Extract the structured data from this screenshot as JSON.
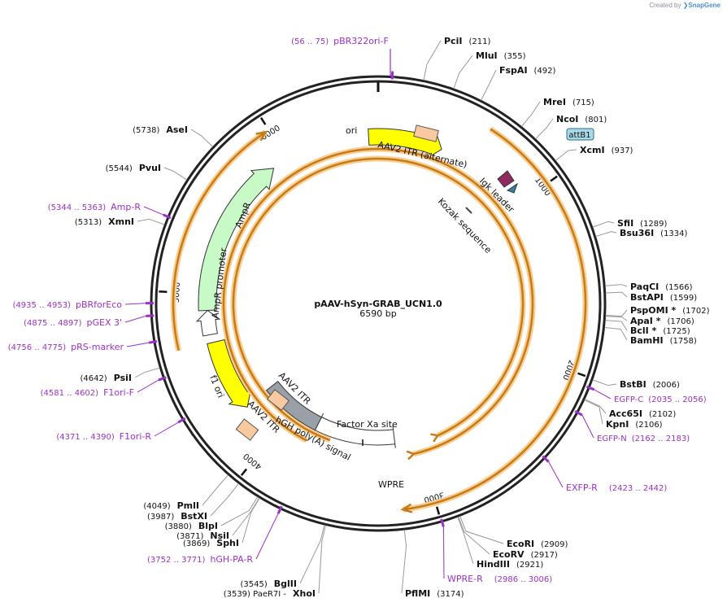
{
  "credit": {
    "prefix": "Created by",
    "brand": "SnapGene"
  },
  "plasmid": {
    "name": "pAAV-hSyn-GRAB_UCN1.0",
    "length_label": "6590 bp",
    "length": 6590
  },
  "ticks": [
    "1000",
    "2000",
    "3000",
    "4000",
    "5000",
    "6000"
  ],
  "colors": {
    "primer": "#9b30c8",
    "backbone": "#222222",
    "orange": "#c87a18",
    "orange_glow": "#f7cf91",
    "yellow": "#ffff00",
    "ampr": "#c8fac8",
    "itr": "#f8c9a0",
    "polya": "#9aa0a8",
    "igk": "#8e2a5e",
    "kozak": "#3a7fa8"
  },
  "sites": [
    {
      "name": "PciI",
      "pos": "(211)"
    },
    {
      "name": "MluI",
      "pos": "(355)"
    },
    {
      "name": "FspAI",
      "pos": "(492)"
    },
    {
      "name": "MreI",
      "pos": "(715)"
    },
    {
      "name": "NcoI",
      "pos": "(801)"
    },
    {
      "name": "XcmI",
      "pos": "(937)"
    },
    {
      "name": "SfiI",
      "pos": "(1289)"
    },
    {
      "name": "Bsu36I",
      "pos": "(1334)"
    },
    {
      "name": "PaqCI",
      "pos": "(1566)"
    },
    {
      "name": "BstAPI",
      "pos": "(1599)"
    },
    {
      "name": "PspOMI *",
      "pos": "(1702)"
    },
    {
      "name": "ApaI *",
      "pos": "(1706)"
    },
    {
      "name": "BclI *",
      "pos": "(1725)"
    },
    {
      "name": "BamHI",
      "pos": "(1758)"
    },
    {
      "name": "BstBI",
      "pos": "(2006)"
    },
    {
      "name": "Acc65I",
      "pos": "(2102)"
    },
    {
      "name": "KpnI",
      "pos": "(2106)"
    },
    {
      "name": "EcoRI",
      "pos": "(2909)"
    },
    {
      "name": "EcoRV",
      "pos": "(2917)"
    },
    {
      "name": "HindIII",
      "pos": "(2921)"
    },
    {
      "name": "PflMI",
      "pos": "(3174)"
    },
    {
      "name": "XhoI",
      "pos": "(3539) PaeR7I -"
    },
    {
      "name": "BglII",
      "pos": "(3545)"
    },
    {
      "name": "SphI",
      "pos": "(3869)"
    },
    {
      "name": "NsiI",
      "pos": "(3871)"
    },
    {
      "name": "BlpI",
      "pos": "(3880)"
    },
    {
      "name": "BstXI",
      "pos": "(3987)"
    },
    {
      "name": "PmlI",
      "pos": "(4049)"
    },
    {
      "name": "PsiI",
      "pos": "(4642)"
    },
    {
      "name": "XmnI",
      "pos": "(5313)"
    },
    {
      "name": "PvuI",
      "pos": "(5544)"
    },
    {
      "name": "AseI",
      "pos": "(5738)"
    }
  ],
  "primers": [
    {
      "range": "(56 .. 75)",
      "name": "pBR322ori-F"
    },
    {
      "range": "(2035 .. 2056)",
      "name": "EGFP-C"
    },
    {
      "range": "(2162 .. 2183)",
      "name": "EGFP-N"
    },
    {
      "range": "(2423 .. 2442)",
      "name": "EXFP-R"
    },
    {
      "range": "(2986 .. 3006)",
      "name": "WPRE-R"
    },
    {
      "range": "(3752 .. 3771)",
      "name": "hGH-PA-R"
    },
    {
      "range": "(4371 .. 4390)",
      "name": "F1ori-R"
    },
    {
      "range": "(4581 .. 4602)",
      "name": "F1ori-F"
    },
    {
      "range": "(4756 .. 4775)",
      "name": "pRS-marker"
    },
    {
      "range": "(4875 .. 4897)",
      "name": "pGEX 3'"
    },
    {
      "range": "(4935 .. 4953)",
      "name": "pBRforEco"
    },
    {
      "range": "(5344 .. 5363)",
      "name": "Amp-R"
    }
  ],
  "features": {
    "ori": "ori",
    "itr_alt": "AAV2 ITR (alternate)",
    "attb1": "attB1",
    "igk": "Igk leader",
    "kozak": "Kozak sequence",
    "ampr": "AmpR",
    "ampr_promoter": "AmpR promoter",
    "f1ori": "f1 ori",
    "itr1": "AAV2 ITR",
    "itr2": "AAV2 ITR",
    "polya": "hGH poly(A) signal",
    "factorxa": "Factor Xa site",
    "wpre": "WPRE"
  }
}
